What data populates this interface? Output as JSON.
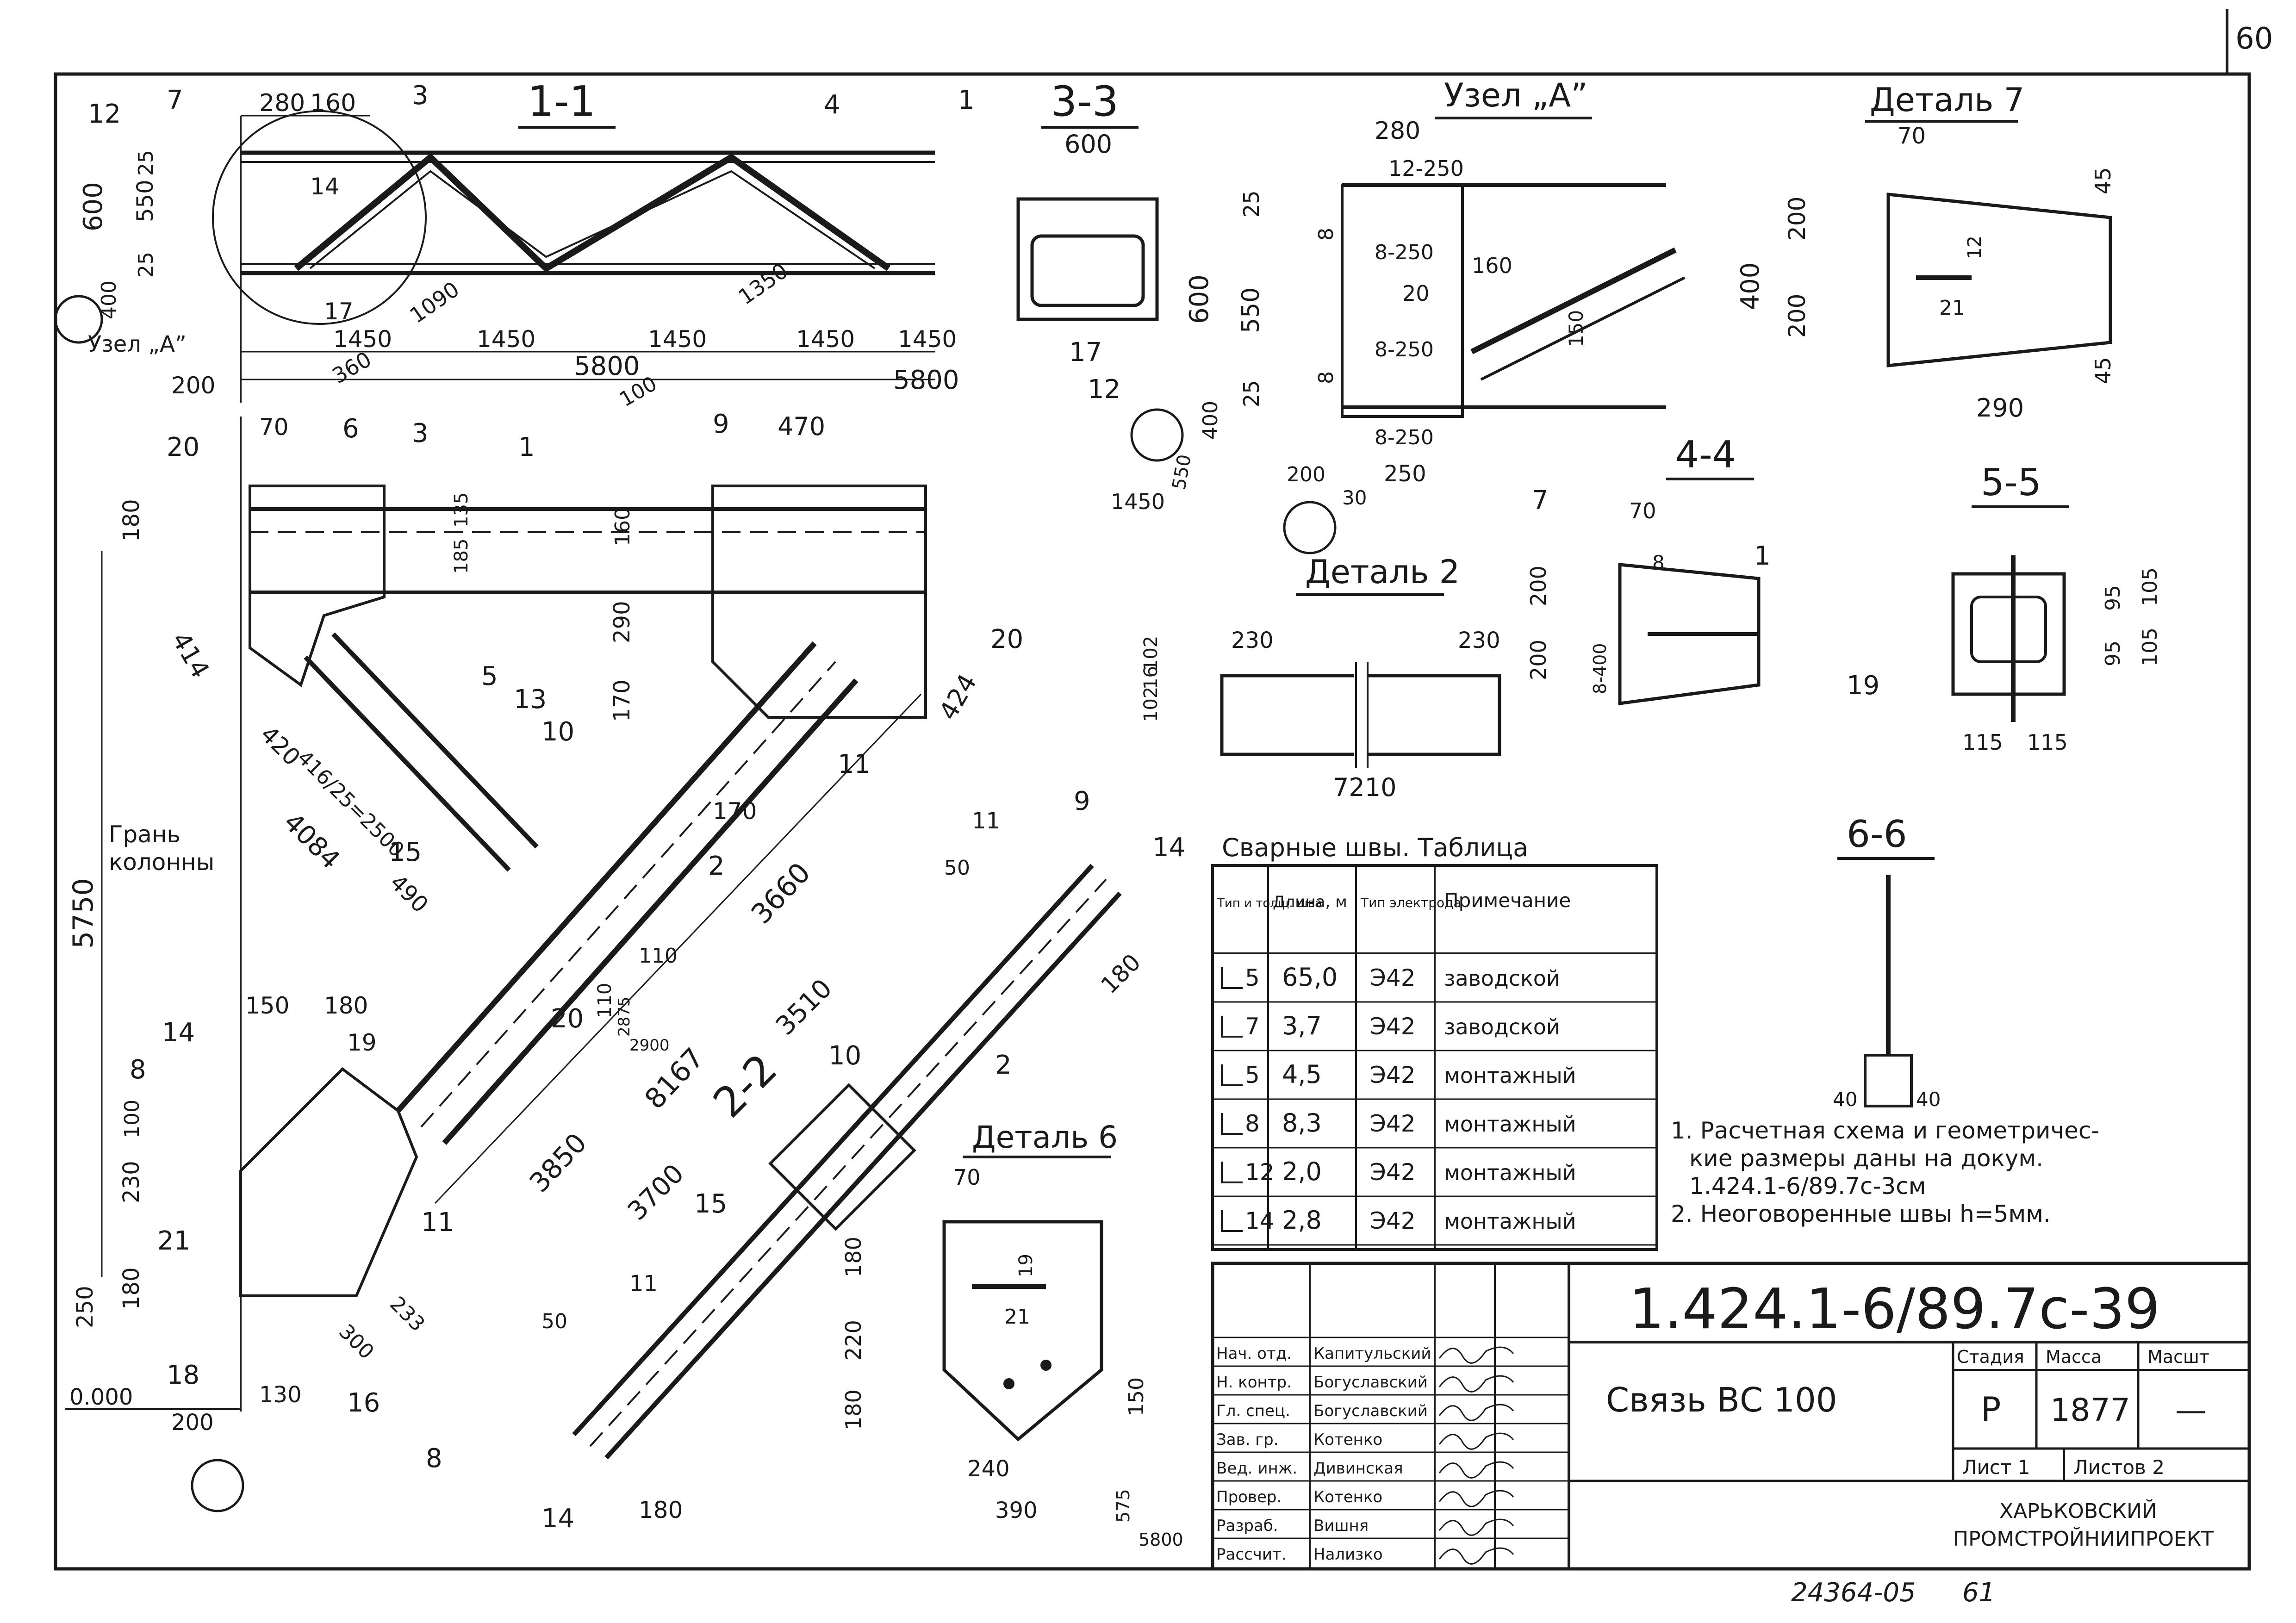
{
  "sheet_number": "60",
  "footer_numbers": [
    "24364-05",
    "61"
  ],
  "views": {
    "s1": "1-1",
    "s2": "2-2",
    "s3": "3-3",
    "s4": "4-4",
    "s5": "5-5",
    "s6": "6-6",
    "node_a": "Узел „А”",
    "detail2": "Деталь 2",
    "detail6": "Деталь 6",
    "detail7": "Деталь 7"
  },
  "labels": {
    "column_face": [
      "Грань",
      "колонны"
    ],
    "node_a_ref": "Узел „А”",
    "elev": "0.000"
  },
  "dims": {
    "s1_top": [
      "280",
      "160"
    ],
    "s1_left": [
      "600",
      "550",
      "25",
      "25",
      "400"
    ],
    "s1_bottom": [
      "200",
      "1450",
      "1450",
      "1450",
      "1450",
      "1450",
      "5800",
      "5800",
      "1090",
      "1350",
      "360",
      "100"
    ],
    "main_top": [
      "70",
      "470",
      "180",
      "185",
      "135",
      "160",
      "290",
      "170",
      "424",
      "414",
      "420",
      "4084",
      "416/25=2500",
      "490",
      "160",
      "5750",
      "3660",
      "8167",
      "3850",
      "110",
      "110",
      "2875",
      "2900",
      "3510",
      "3700",
      "150",
      "180",
      "100",
      "230",
      "180",
      "250",
      "200",
      "130",
      "300",
      "233",
      "170",
      "180",
      "50",
      "50"
    ],
    "s3": [
      "600",
      "17",
      "12"
    ],
    "node_a": [
      "280",
      "12-250",
      "8-250",
      "8-250",
      "8-250",
      "160",
      "20",
      "150",
      "25",
      "600",
      "550",
      "25",
      "400",
      "200",
      "250",
      "30",
      "1450",
      "550",
      "8",
      "8"
    ],
    "d7": [
      "70",
      "45",
      "200",
      "400",
      "200",
      "290",
      "45",
      "12",
      "21"
    ],
    "d2": [
      "230",
      "230",
      "7210",
      "102",
      "16",
      "102"
    ],
    "s44": [
      "70",
      "200",
      "200",
      "8-400",
      "8"
    ],
    "s55": [
      "105",
      "95",
      "95",
      "105",
      "115",
      "115"
    ],
    "s66": [
      "40",
      "40"
    ],
    "d6": [
      "70",
      "180",
      "220",
      "180",
      "240",
      "390",
      "150",
      "19",
      "21",
      "575",
      "5800"
    ]
  },
  "positions": [
    "1",
    "2",
    "3",
    "4",
    "5",
    "6",
    "7",
    "8",
    "9",
    "10",
    "11",
    "12",
    "13",
    "14",
    "15",
    "16",
    "17",
    "18",
    "19",
    "20",
    "21"
  ],
  "weld_table": {
    "title": "Сварные швы. Таблица",
    "headers": [
      "Тип и толщ. шва",
      "Длина, м",
      "Тип электрода",
      "Примечание"
    ],
    "rows": [
      [
        "5",
        "65,0",
        "Э42",
        "заводской"
      ],
      [
        "7",
        "3,7",
        "Э42",
        "заводской"
      ],
      [
        "5",
        "4,5",
        "Э42",
        "монтажный"
      ],
      [
        "8",
        "8,3",
        "Э42",
        "монтажный"
      ],
      [
        "12",
        "2,0",
        "Э42",
        "монтажный"
      ],
      [
        "14",
        "2,8",
        "Э42",
        "монтажный"
      ]
    ]
  },
  "notes": [
    "1. Расчетная схема и геометричес-",
    "кие размеры даны на докум.",
    "1.424.1-6/89.7с-3см",
    "2. Неоговоренные швы h=5мм."
  ],
  "title_block": {
    "code": "1.424.1-6/89.7с-39",
    "name": "Связь ВС 100",
    "stage_label": "Стадия",
    "mass_label": "Масса",
    "scale_label": "Масшт",
    "stage": "Р",
    "mass": "1877",
    "scale": "—",
    "sheet_label": "Лист 1",
    "sheets_label": "Листов 2",
    "org": [
      "ХАРЬКОВСКИЙ",
      "ПРОМСТРОЙНИИПРОЕКТ"
    ],
    "roles": [
      [
        "Нач. отд.",
        "Капитульский"
      ],
      [
        "Н. контр.",
        "Богуславский"
      ],
      [
        "Гл. спец.",
        "Богуславский"
      ],
      [
        "Зав. гр.",
        "Котенко"
      ],
      [
        "Вед. инж.",
        "Дивинская"
      ],
      [
        "Провер.",
        "Котенко"
      ],
      [
        "Разраб.",
        "Вишня"
      ],
      [
        "Рассчит.",
        "Нализко"
      ]
    ]
  }
}
